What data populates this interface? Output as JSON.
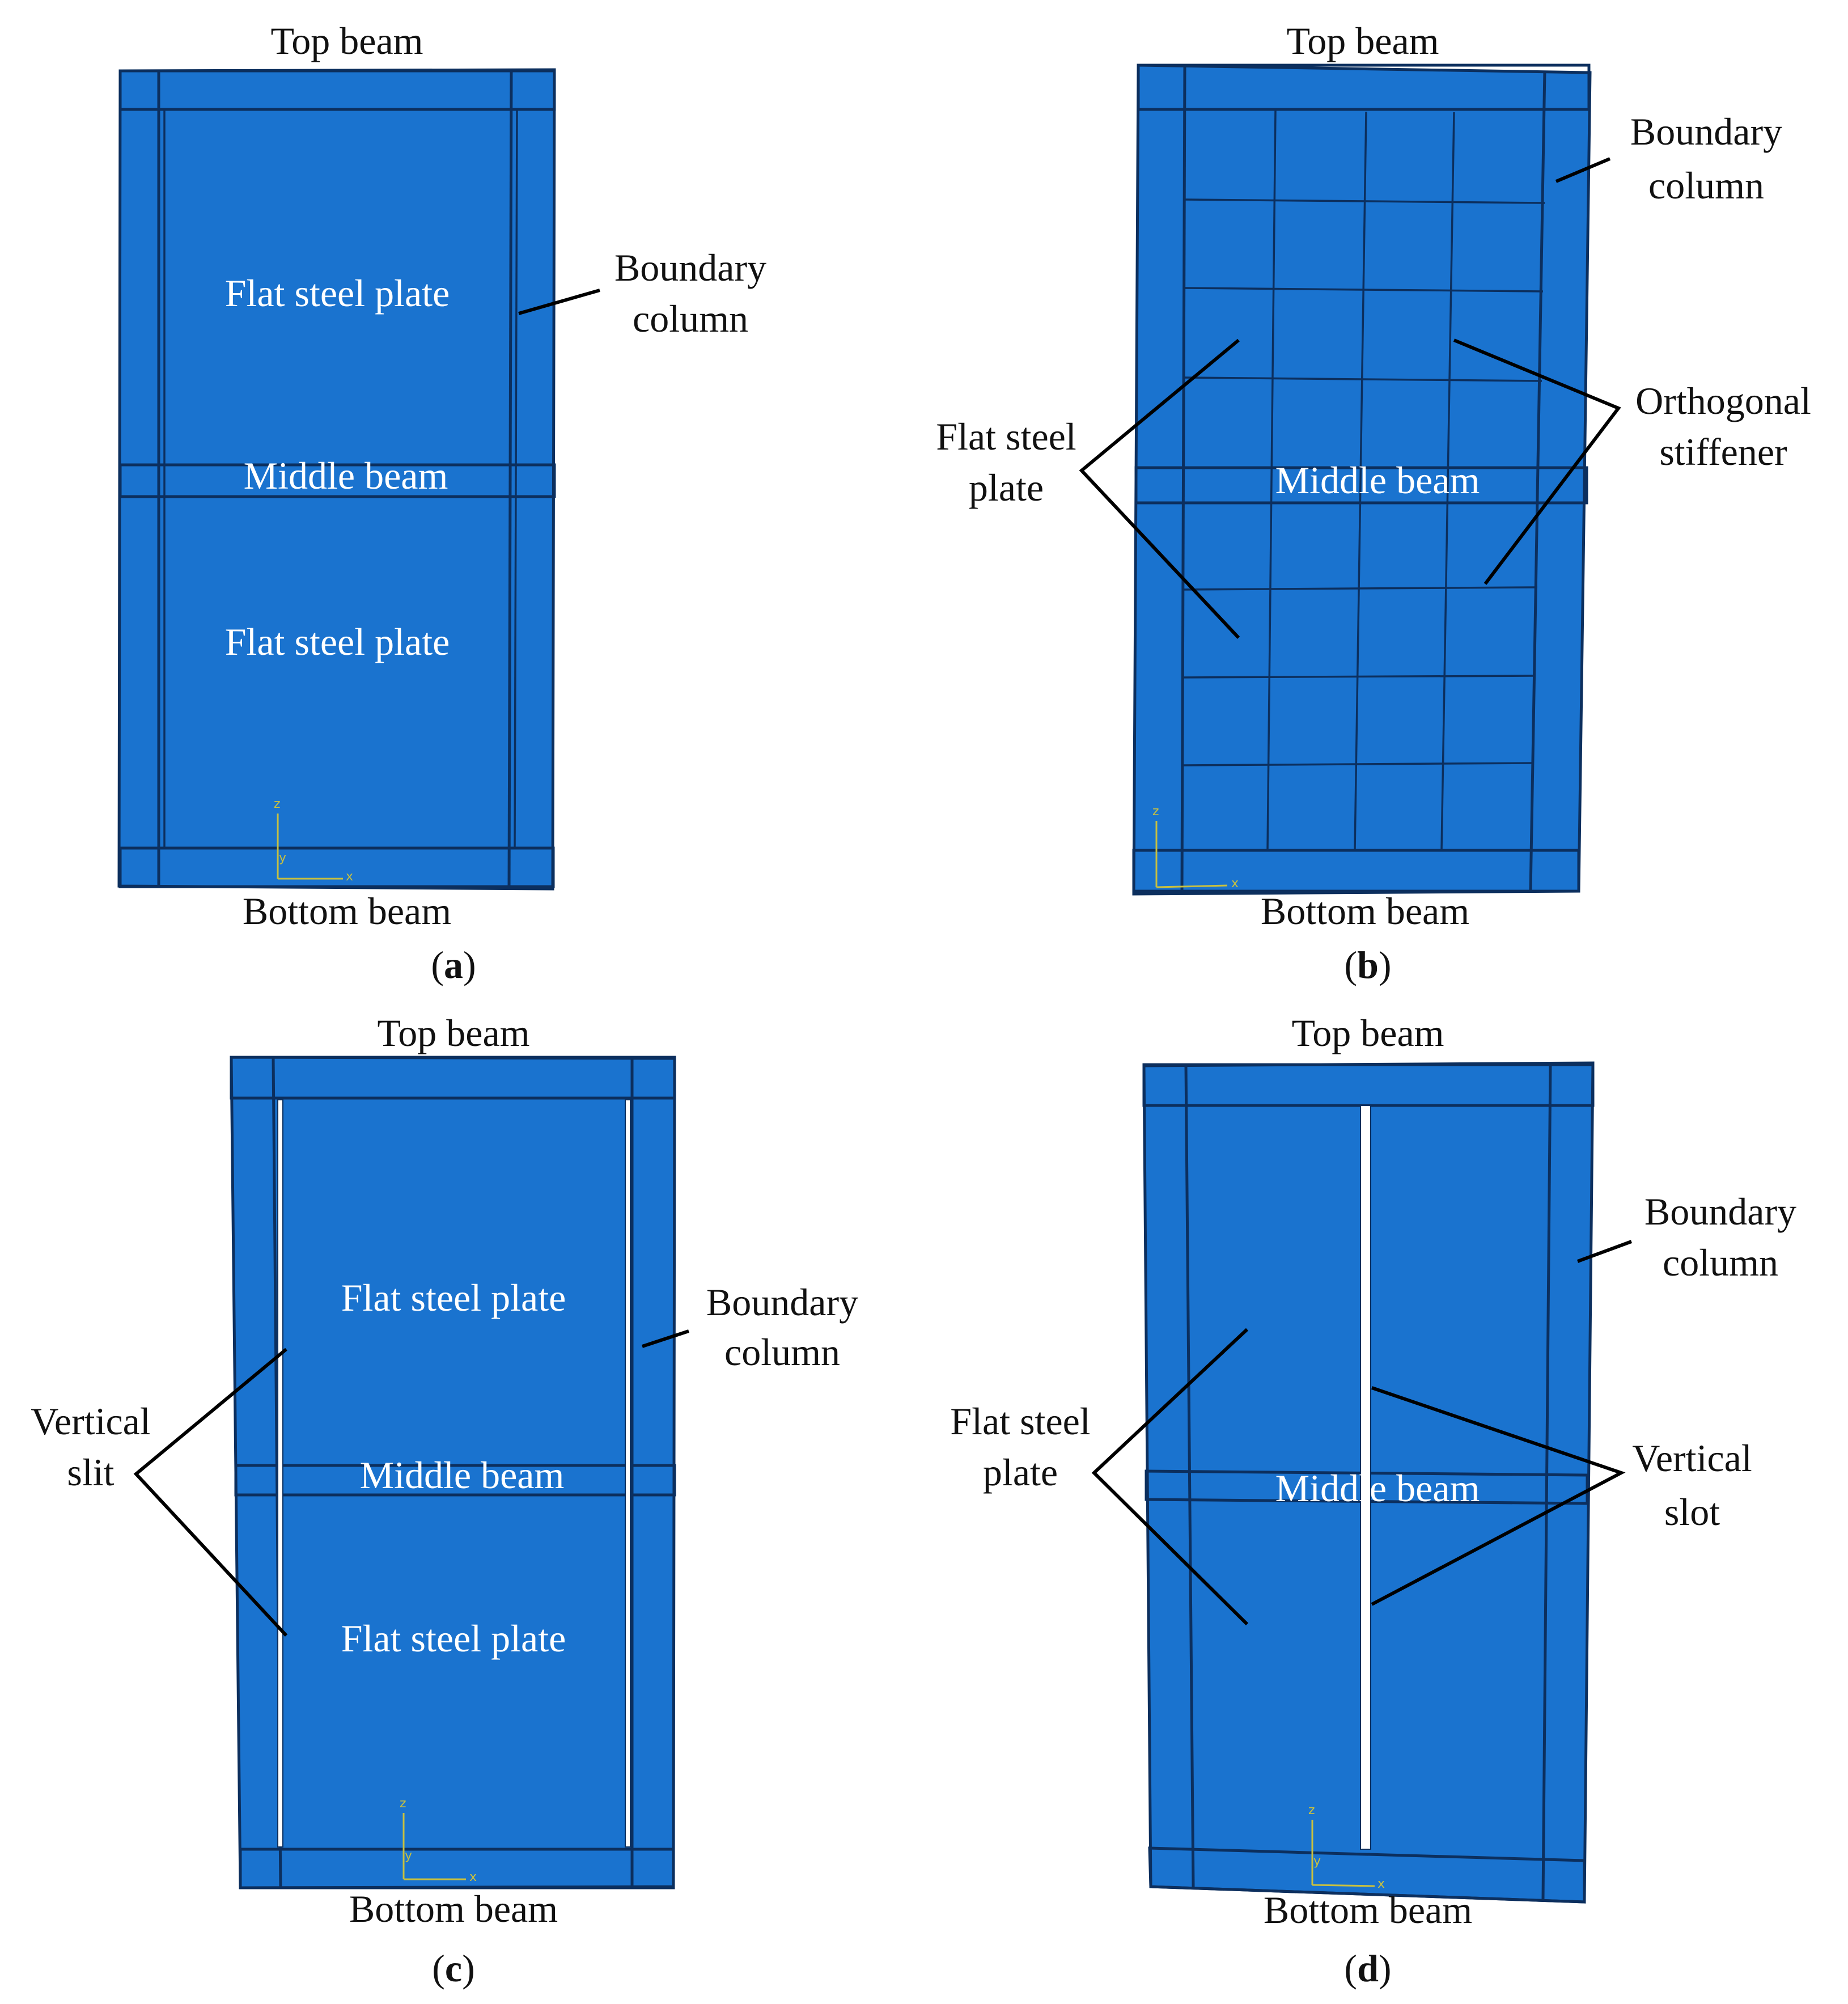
{
  "colors": {
    "steel_blue": "#1a73cf",
    "edge": "#0c2f5e",
    "slot": "#ffffff"
  },
  "panel_a": {
    "top": "Top beam",
    "bottom": "Bottom beam",
    "plate_upper": "Flat steel plate",
    "plate_lower": "Flat steel plate",
    "middle": "Middle beam",
    "column_1": "Boundary",
    "column_2": "column",
    "caption_open": "(",
    "caption_letter": "a",
    "caption_close": ")"
  },
  "panel_b": {
    "top": "Top beam",
    "bottom": "Bottom beam",
    "middle": "Middle beam",
    "column_1": "Boundary",
    "column_2": "column",
    "plate_1": "Flat steel",
    "plate_2": "plate",
    "stiffener_1": "Orthogonal",
    "stiffener_2": "stiffener",
    "caption_open": "(",
    "caption_letter": "b",
    "caption_close": ")"
  },
  "panel_c": {
    "top": "Top beam",
    "bottom": "Bottom beam",
    "plate_upper": "Flat steel plate",
    "plate_lower": "Flat steel plate",
    "middle": "Middle beam",
    "column_1": "Boundary",
    "column_2": "column",
    "slit_1": "Vertical",
    "slit_2": "slit",
    "caption_open": "(",
    "caption_letter": "c",
    "caption_close": ")"
  },
  "panel_d": {
    "top": "Top beam",
    "bottom": "Bottom beam",
    "middle": "Middle beam",
    "column_1": "Boundary",
    "column_2": "column",
    "plate_1": "Flat steel",
    "plate_2": "plate",
    "slot_1": "Vertical",
    "slot_2": "slot",
    "caption_open": "(",
    "caption_letter": "d",
    "caption_close": ")"
  },
  "axes": {
    "x": "x",
    "y": "y",
    "z": "z"
  }
}
